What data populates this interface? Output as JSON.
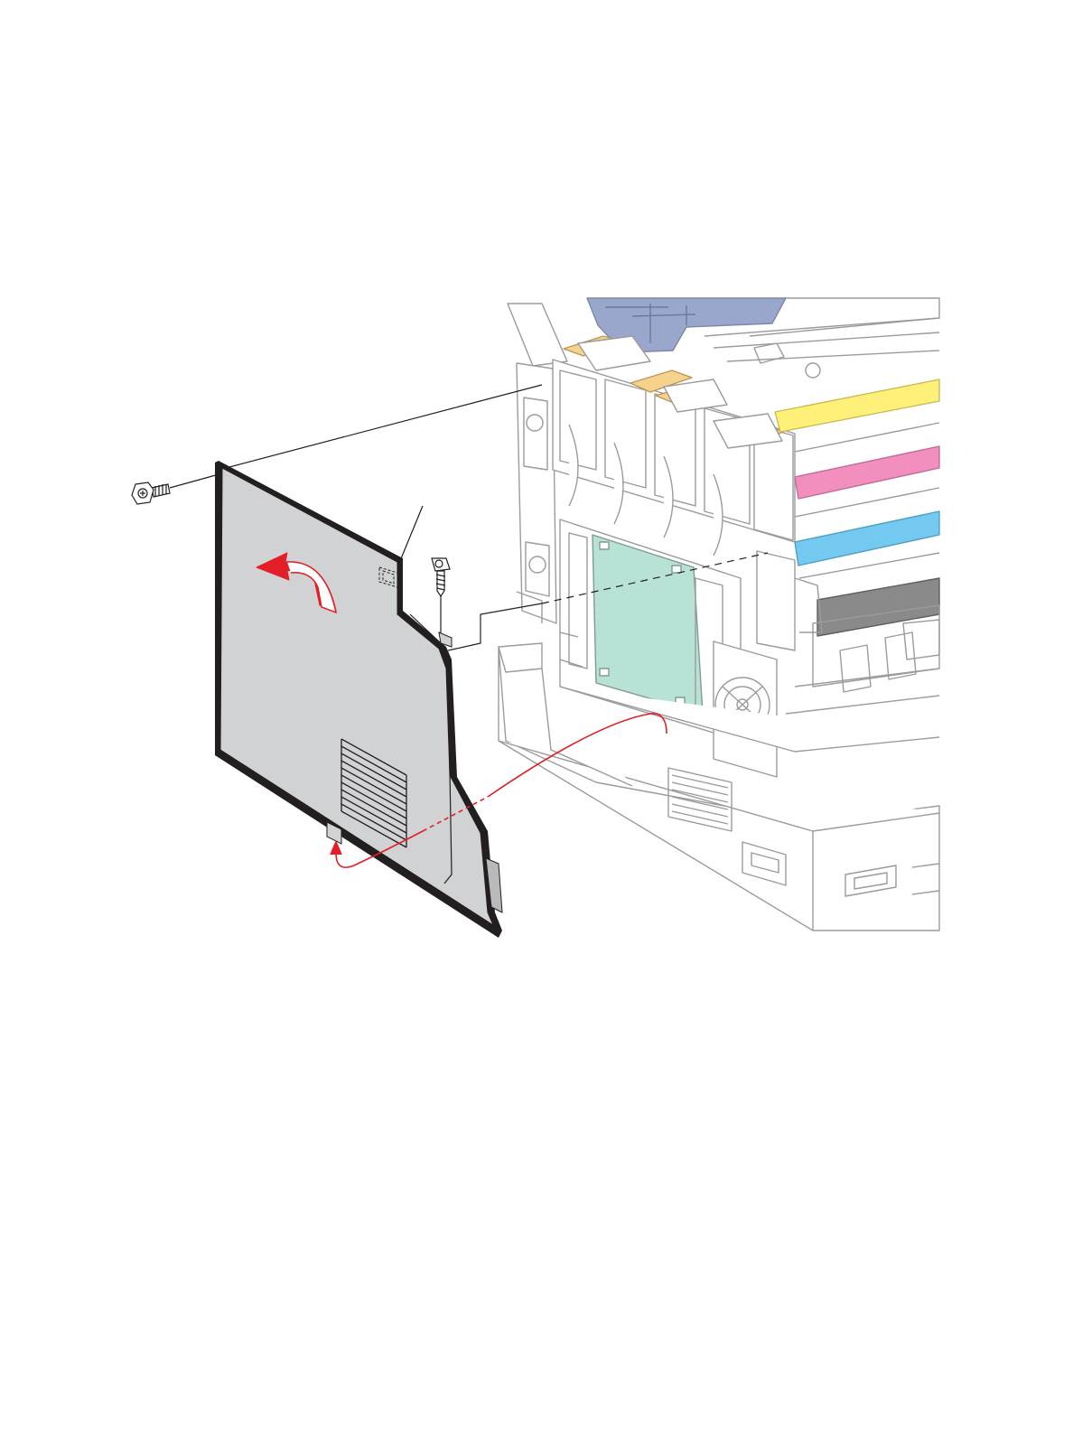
{
  "figure": {
    "kind": "exploded-view-illustration",
    "parts": {
      "side_cover": "side-cover-panel",
      "screw_left": "screw",
      "screw_right": "screw",
      "hidden_tab": "hidden-latch-tab",
      "printer": "printer-body",
      "control_board": "control-board"
    },
    "colors": {
      "cover_fill": "#d1d2d4",
      "cover_edge": "#231f20",
      "arrow_red": "#e21f26",
      "toner_yellow": "#fff07a",
      "toner_magenta": "#f28fbe",
      "toner_cyan": "#73c9f0",
      "toner_black": "#8a8a8a",
      "board_green": "#b9e2d6",
      "top_blue": "#9aa7cc",
      "handle_tan": "#f5d38d",
      "outline_gray": "#9b9b9b"
    }
  }
}
